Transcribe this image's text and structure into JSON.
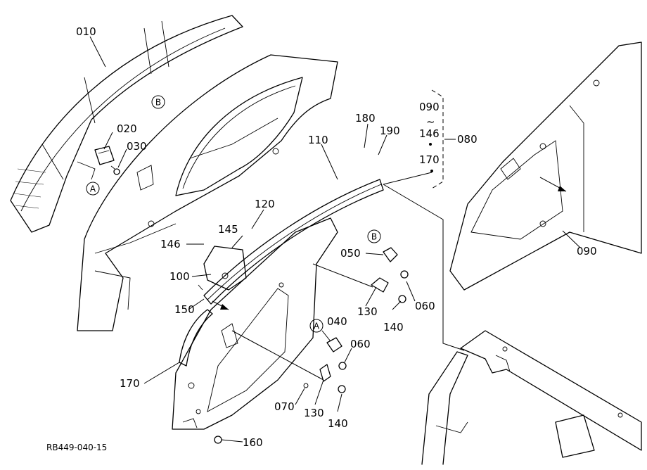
{
  "colors": {
    "line": "#000000",
    "background": "#ffffff"
  },
  "labels": {
    "p010": "010",
    "p020": "020",
    "p030": "030",
    "p040": "040",
    "p050": "050",
    "p060a": "060",
    "p060b": "060",
    "p070": "070",
    "p080": "080",
    "p090a": "090",
    "p090b": "090",
    "tilde": "~",
    "p100": "100",
    "p110": "110",
    "p120": "120",
    "p130a": "130",
    "p130b": "130",
    "p140a": "140",
    "p140b": "140",
    "p145": "145",
    "p146a": "146",
    "p146b": "146",
    "p150": "150",
    "p160": "160",
    "p170a": "170",
    "p170b": "170",
    "p180": "180",
    "p190": "190",
    "circA1": "A",
    "circA2": "A",
    "circB1": "B",
    "circB2": "B",
    "ref": "RB449-040-15"
  }
}
